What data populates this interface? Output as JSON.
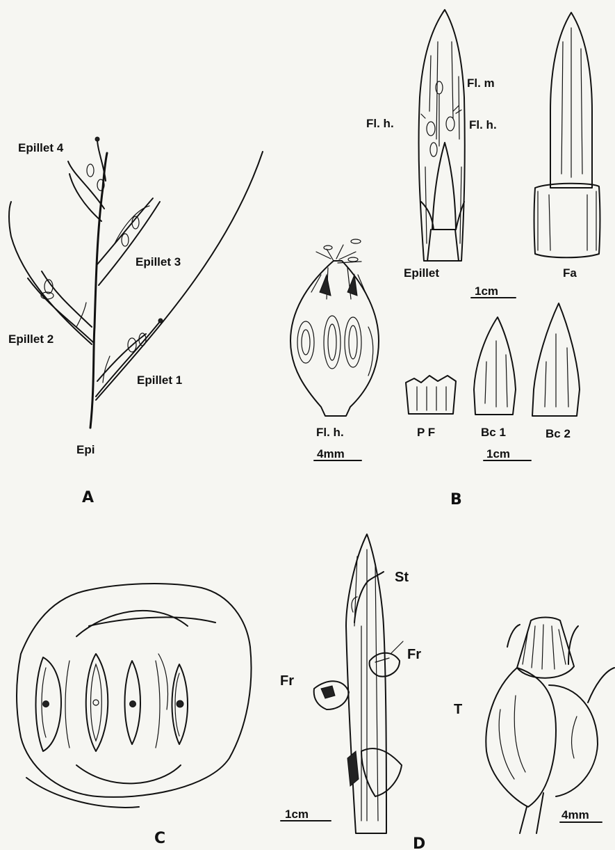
{
  "panels": {
    "A": {
      "letter": "A",
      "labels": {
        "epillet4": "Epillet 4",
        "epillet3": "Epillet 3",
        "epillet2": "Epillet 2",
        "epillet1": "Epillet 1",
        "epi": "Epi"
      }
    },
    "B": {
      "letter": "B",
      "labels": {
        "fl_m": "Fl. m",
        "fl_h_left": "Fl. h.",
        "fl_h_right": "Fl. h.",
        "epillet": "Epillet",
        "fa": "Fa",
        "fl_h_flower": "Fl. h.",
        "pf": "P F",
        "bc1": "Bc 1",
        "bc2": "Bc 2"
      },
      "scales": {
        "scale_1cm_top": "1cm",
        "scale_4mm": "4mm",
        "scale_1cm_bottom": "1cm"
      }
    },
    "C": {
      "letter": "C"
    },
    "D": {
      "letter": "D",
      "labels": {
        "st": "St",
        "fr_right": "Fr",
        "fr_left": "Fr",
        "t": "T"
      },
      "scales": {
        "scale_1cm": "1cm",
        "scale_4mm": "4mm"
      }
    }
  }
}
